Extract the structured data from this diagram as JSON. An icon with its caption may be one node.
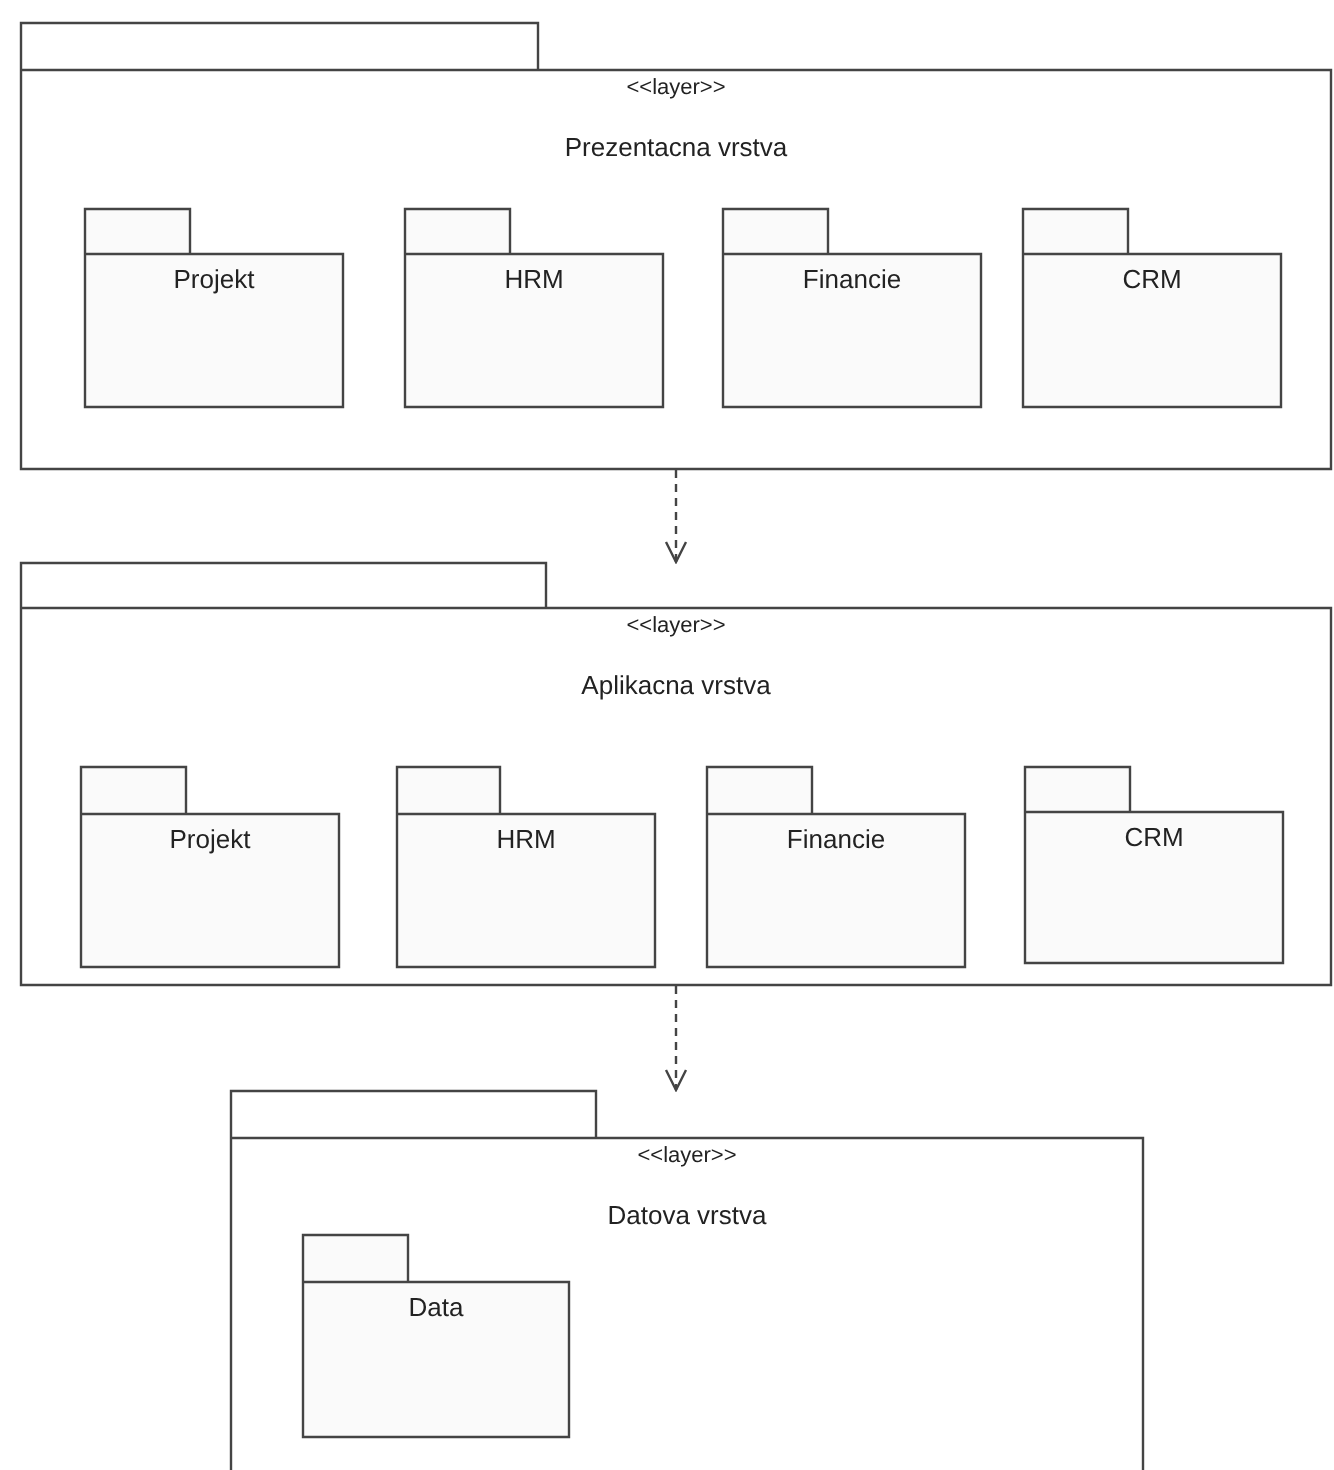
{
  "diagram": {
    "nodes": [
      {
        "text": [
          "<<layer>>",
          "Prezentacna vrstva"
        ]
      },
      {
        "text": [
          "Projekt"
        ],
        "in": 0
      },
      {
        "text": [
          "HRM"
        ],
        "in": 0
      },
      {
        "text": [
          "Financie"
        ],
        "in": 0
      },
      {
        "text": [
          "CRM"
        ],
        "in": 0
      },
      {
        "text": [
          "<<layer>>",
          "Aplikacna vrstva"
        ]
      },
      {
        "text": [
          "Projekt"
        ],
        "in": 5
      },
      {
        "text": [
          "HRM"
        ],
        "in": 5
      },
      {
        "text": [
          "Financie"
        ],
        "in": 5
      },
      {
        "text": [
          "CRM"
        ],
        "in": 5
      },
      {
        "text": [
          "<<layer>>",
          "Datova vrstva"
        ]
      },
      {
        "text": [
          "Data"
        ],
        "in": 10
      }
    ],
    "edges": [
      {
        "from": 0,
        "to": 5,
        "arrow": "to",
        "style": "dashed"
      },
      {
        "from": 5,
        "to": 10,
        "arrow": "to",
        "style": "dashed"
      }
    ]
  }
}
